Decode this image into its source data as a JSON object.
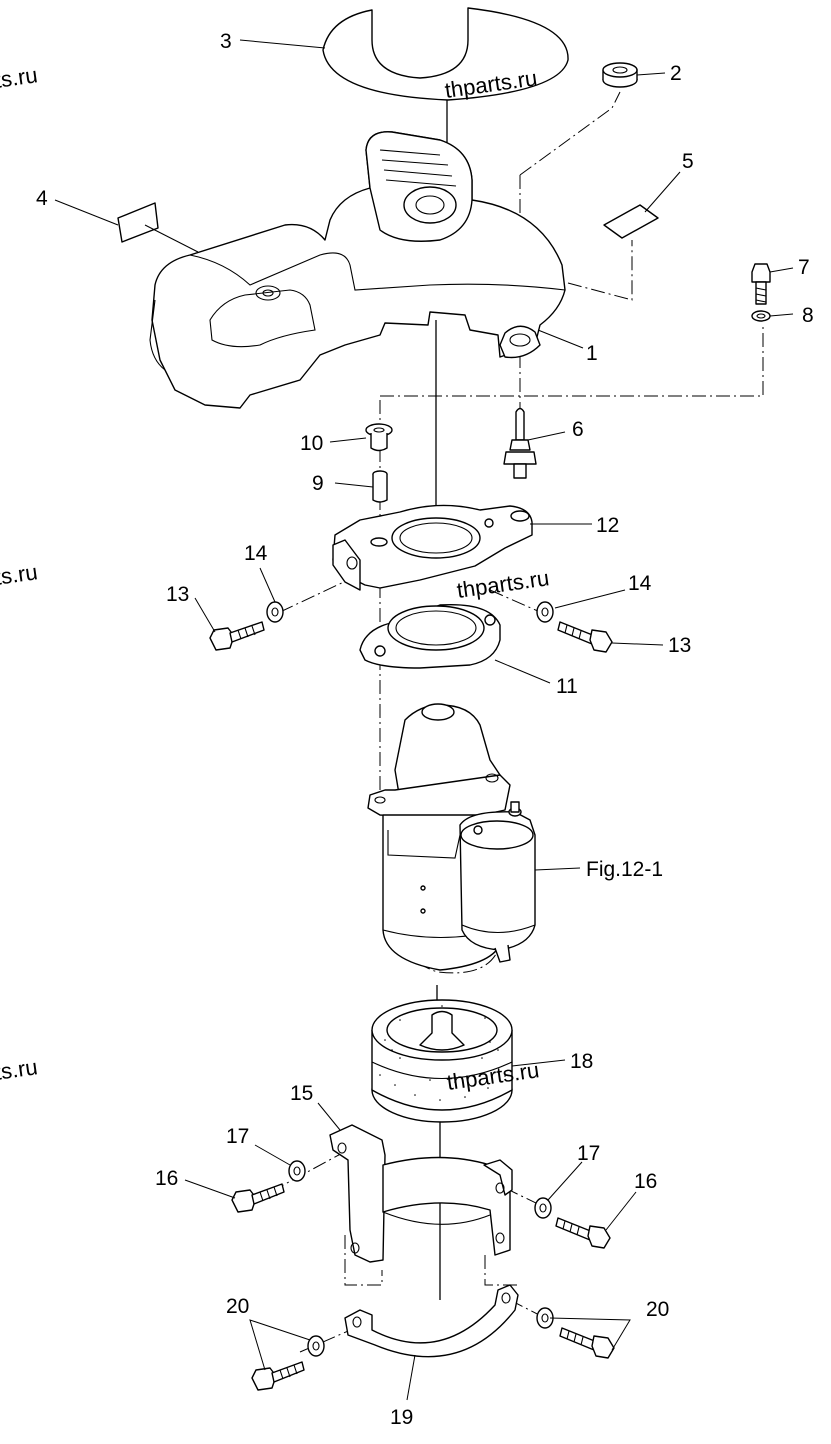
{
  "figure_ref": "Fig.12-1",
  "watermarks": [
    "thparts.ru",
    "thparts.ru",
    "thparts.ru",
    "ts.ru",
    "ts.ru",
    "ts.ru"
  ],
  "callouts": {
    "c1": "1",
    "c2": "2",
    "c3": "3",
    "c4": "4",
    "c5": "5",
    "c6": "6",
    "c7": "7",
    "c8": "8",
    "c9": "9",
    "c10": "10",
    "c11": "11",
    "c12": "12",
    "c13a": "13",
    "c13b": "13",
    "c14a": "14",
    "c14b": "14",
    "c15": "15",
    "c16a": "16",
    "c16b": "16",
    "c17a": "17",
    "c17b": "17",
    "c18": "18",
    "c19": "19",
    "c20a": "20",
    "c20b": "20"
  }
}
